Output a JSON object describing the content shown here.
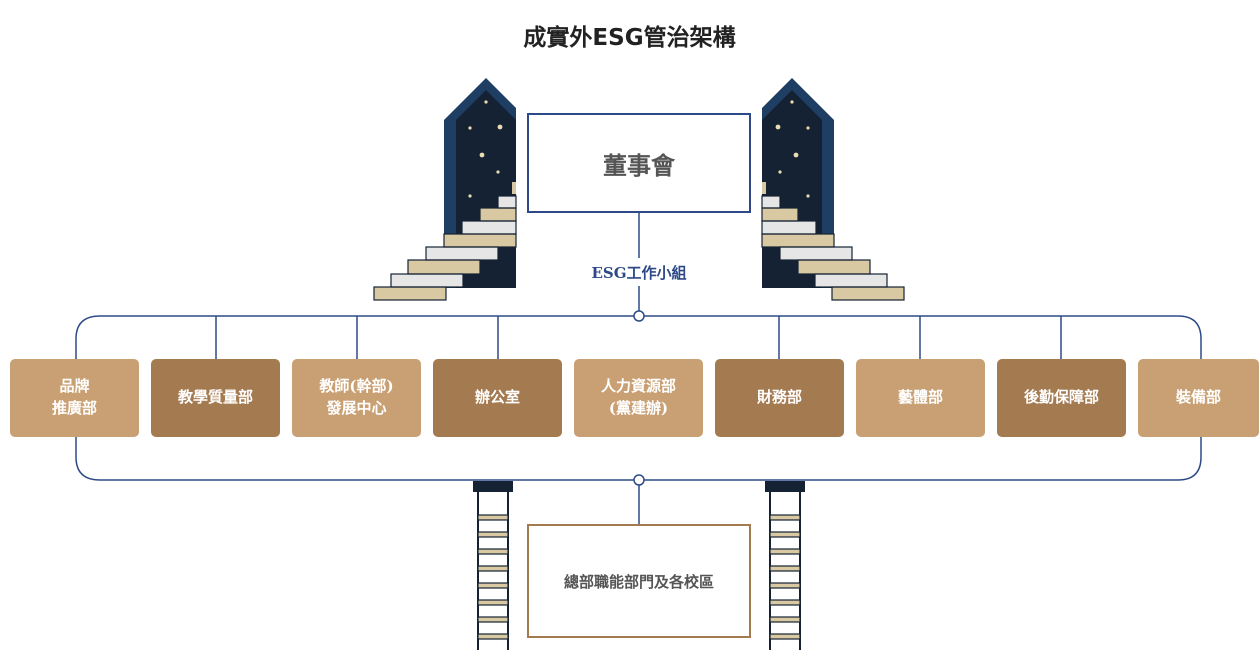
{
  "title": "成實外ESG管治架構",
  "board": "董事會",
  "working_group": "ESG工作小組",
  "departments": [
    {
      "label": "品牌\n推廣部",
      "tone": "light"
    },
    {
      "label": "教學質量部",
      "tone": "dark"
    },
    {
      "label": "教師(幹部)\n發展中心",
      "tone": "light"
    },
    {
      "label": "辦公室",
      "tone": "dark"
    },
    {
      "label": "人力資源部\n(黨建辦)",
      "tone": "light"
    },
    {
      "label": "財務部",
      "tone": "dark"
    },
    {
      "label": "藝體部",
      "tone": "light"
    },
    {
      "label": "後勤保障部",
      "tone": "dark"
    },
    {
      "label": "裝備部",
      "tone": "light"
    }
  ],
  "bottom_box": "總部職能部門及各校區",
  "colors": {
    "navy": "#2d4a86",
    "dark_navy": "#152233",
    "light_brown": "#c9a074",
    "dark_brown": "#a47a51",
    "step_beige": "#d9c9a3",
    "step_gray": "#e6e6e6"
  }
}
